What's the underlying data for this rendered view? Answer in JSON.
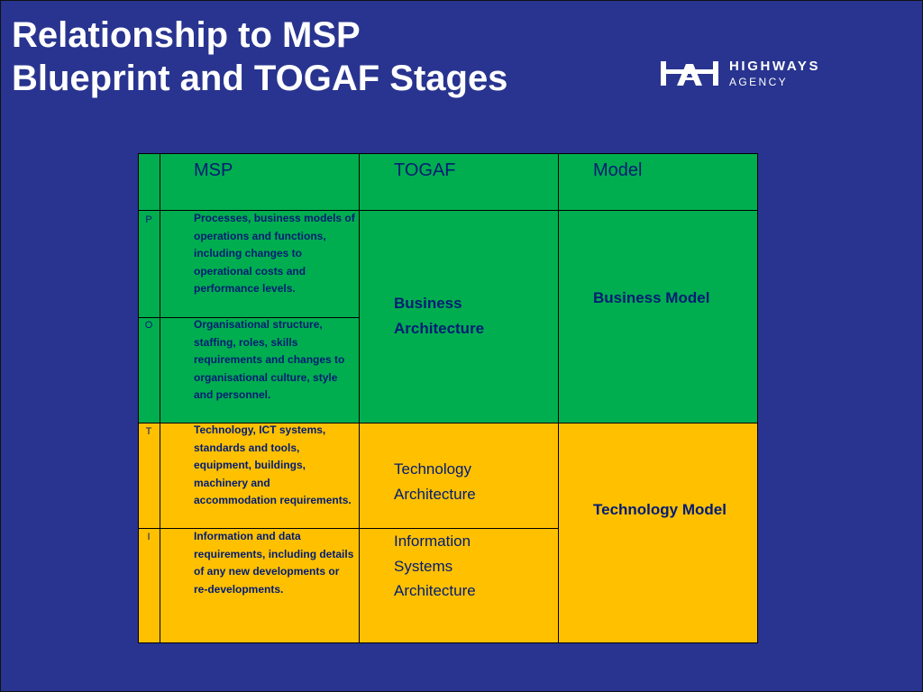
{
  "title": {
    "line1": "Relationship to MSP",
    "line2": "Blueprint and TOGAF Stages"
  },
  "logo": {
    "line1": "HIGHWAYS",
    "line2": "AGENCY",
    "icon": "highways-agency-emblem"
  },
  "table": {
    "headers": [
      "MSP",
      "TOGAF",
      "Model"
    ],
    "rows": [
      {
        "code": "P",
        "msp": "Processes, business models of operations and functions, including changes to operational costs and performance levels."
      },
      {
        "code": "O",
        "msp": "Organisational structure, staffing, roles, skills requirements and changes to organisational culture, style and personnel."
      },
      {
        "code": "T",
        "msp": "Technology, ICT systems, standards and tools, equipment, buildings, machinery and accommodation requirements."
      },
      {
        "code": "I",
        "msp": "Information and data requirements, including details of any new developments or re-developments."
      }
    ],
    "togaf": {
      "business": "Business Architecture",
      "technology": "Technology Architecture",
      "information": "Information Systems Architecture"
    },
    "model": {
      "business": "Business Model",
      "technology": "Technology Model"
    }
  },
  "colors": {
    "background": "#28348f",
    "business_band": "#00ae4f",
    "technology_band": "#ffc000",
    "table_text": "#001c75",
    "title_text": "#ffffff"
  }
}
